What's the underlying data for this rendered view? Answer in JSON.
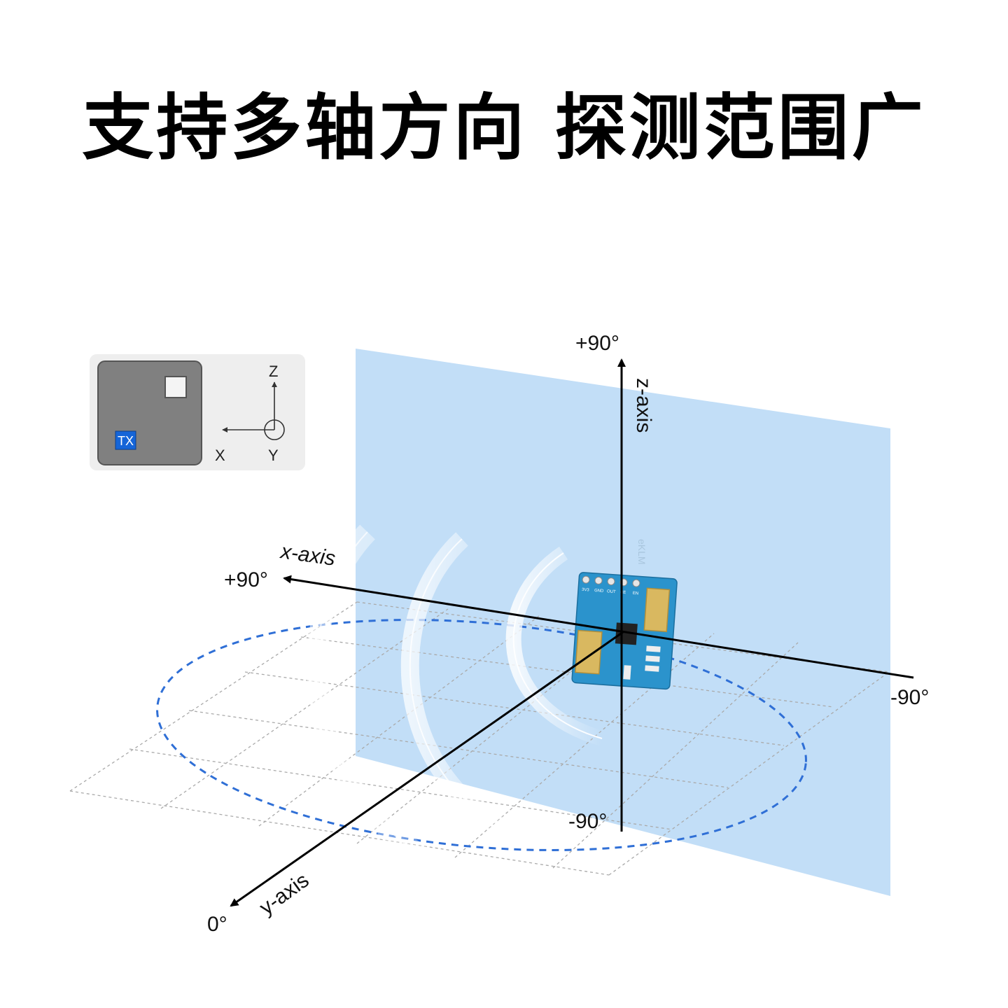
{
  "headline": "支持多轴方向 探测范围广",
  "legend": {
    "tx_label": "TX",
    "axis_z": "Z",
    "axis_x": "X",
    "axis_y": "Y"
  },
  "axes": {
    "z_axis_label": "z-axis",
    "x_axis_label": "x-axis",
    "y_axis_label": "y-axis",
    "z_top": "+90°",
    "z_bottom": "-90°",
    "x_left": "+90°",
    "x_right": "-90°",
    "y_front": "0°"
  },
  "module": {
    "brand": "eKLM",
    "pins": [
      "3V3",
      "GND",
      "OUT",
      "CE",
      "EN"
    ]
  },
  "colors": {
    "plane": "#bfdcf7",
    "dashed_range": "#2f6fd6",
    "board": "#2b93cc",
    "antenna": "#d9b860",
    "tx_badge": "#1565d8",
    "legend_panel": "#eeeeee",
    "legend_chip": "#808080"
  }
}
